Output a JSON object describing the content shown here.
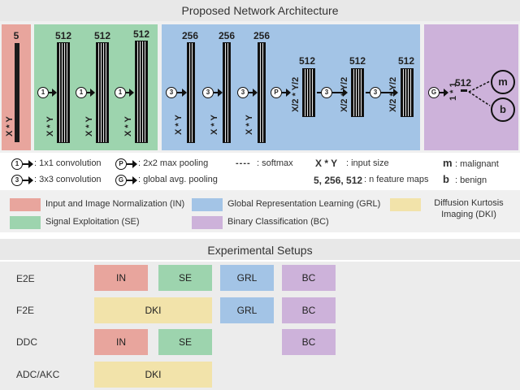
{
  "title": "Proposed Network Architecture",
  "sections": {
    "in": {
      "color": "#e8a59d"
    },
    "se": {
      "color": "#9dd4ae"
    },
    "grl": {
      "color": "#a3c4e6"
    },
    "bc": {
      "color": "#cdb2da"
    }
  },
  "layers": {
    "in_count": "5",
    "se_counts": [
      "512",
      "512",
      "512"
    ],
    "grl_counts": [
      "256",
      "256",
      "256"
    ],
    "grl_pool_counts": [
      "512",
      "512",
      "512"
    ],
    "bc_count": "512",
    "size_full": "X * Y",
    "size_half": "X/2 * Y/2",
    "one_by_one": "1 * 1"
  },
  "ops": {
    "conv1": "1",
    "conv3": "3",
    "pool": "P",
    "gap": "G"
  },
  "outputs": {
    "malignant": "m",
    "benign": "b"
  },
  "legend": {
    "conv1": ": 1x1 convolution",
    "conv3": ": 3x3 convolution",
    "pool": ": 2x2 max pooling",
    "gap": ": global avg. pooling",
    "softmax_sym": "----",
    "softmax": ": softmax",
    "input_sym": "X * Y",
    "input": ": input size",
    "fm_sym": "5, 256, 512",
    "fm": ": n feature maps",
    "m_sym": "m",
    "m": ": malignant",
    "b_sym": "b",
    "b": ": benign"
  },
  "categories": [
    {
      "label": "Input and Image Normalization (IN)",
      "color": "#e8a59d"
    },
    {
      "label": "Signal Exploitation (SE)",
      "color": "#9dd4ae"
    },
    {
      "label": "Global Representation Learning (GRL)",
      "color": "#a3c4e6"
    },
    {
      "label": "Binary Classification (BC)",
      "color": "#cdb2da"
    },
    {
      "label": "Diffusion Kurtosis Imaging (DKI)",
      "color": "#f2e3aa"
    }
  ],
  "setups_title": "Experimental Setups",
  "setups": [
    {
      "name": "E2E",
      "blocks": [
        "IN",
        "SE",
        "GRL",
        "BC"
      ]
    },
    {
      "name": "F2E",
      "blocks": [
        "DKI",
        "GRL",
        "BC"
      ]
    },
    {
      "name": "DDC",
      "blocks": [
        "IN",
        "SE",
        "BC"
      ]
    },
    {
      "name": "ADC/AKC",
      "blocks": [
        "DKI"
      ]
    }
  ]
}
